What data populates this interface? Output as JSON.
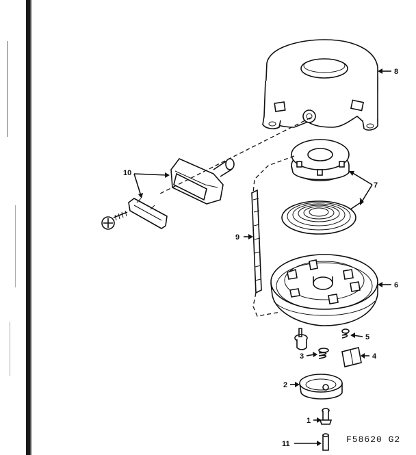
{
  "diagram": {
    "drawing_code": "F58620 G2",
    "callouts": [
      {
        "id": "8",
        "label": "8"
      },
      {
        "id": "7",
        "label": "7"
      },
      {
        "id": "6",
        "label": "6"
      },
      {
        "id": "10",
        "label": "10"
      },
      {
        "id": "9",
        "label": "9"
      },
      {
        "id": "5",
        "label": "5"
      },
      {
        "id": "4",
        "label": "4"
      },
      {
        "id": "3",
        "label": "3"
      },
      {
        "id": "2",
        "label": "2"
      },
      {
        "id": "1",
        "label": "1"
      },
      {
        "id": "11",
        "label": "11"
      }
    ]
  }
}
